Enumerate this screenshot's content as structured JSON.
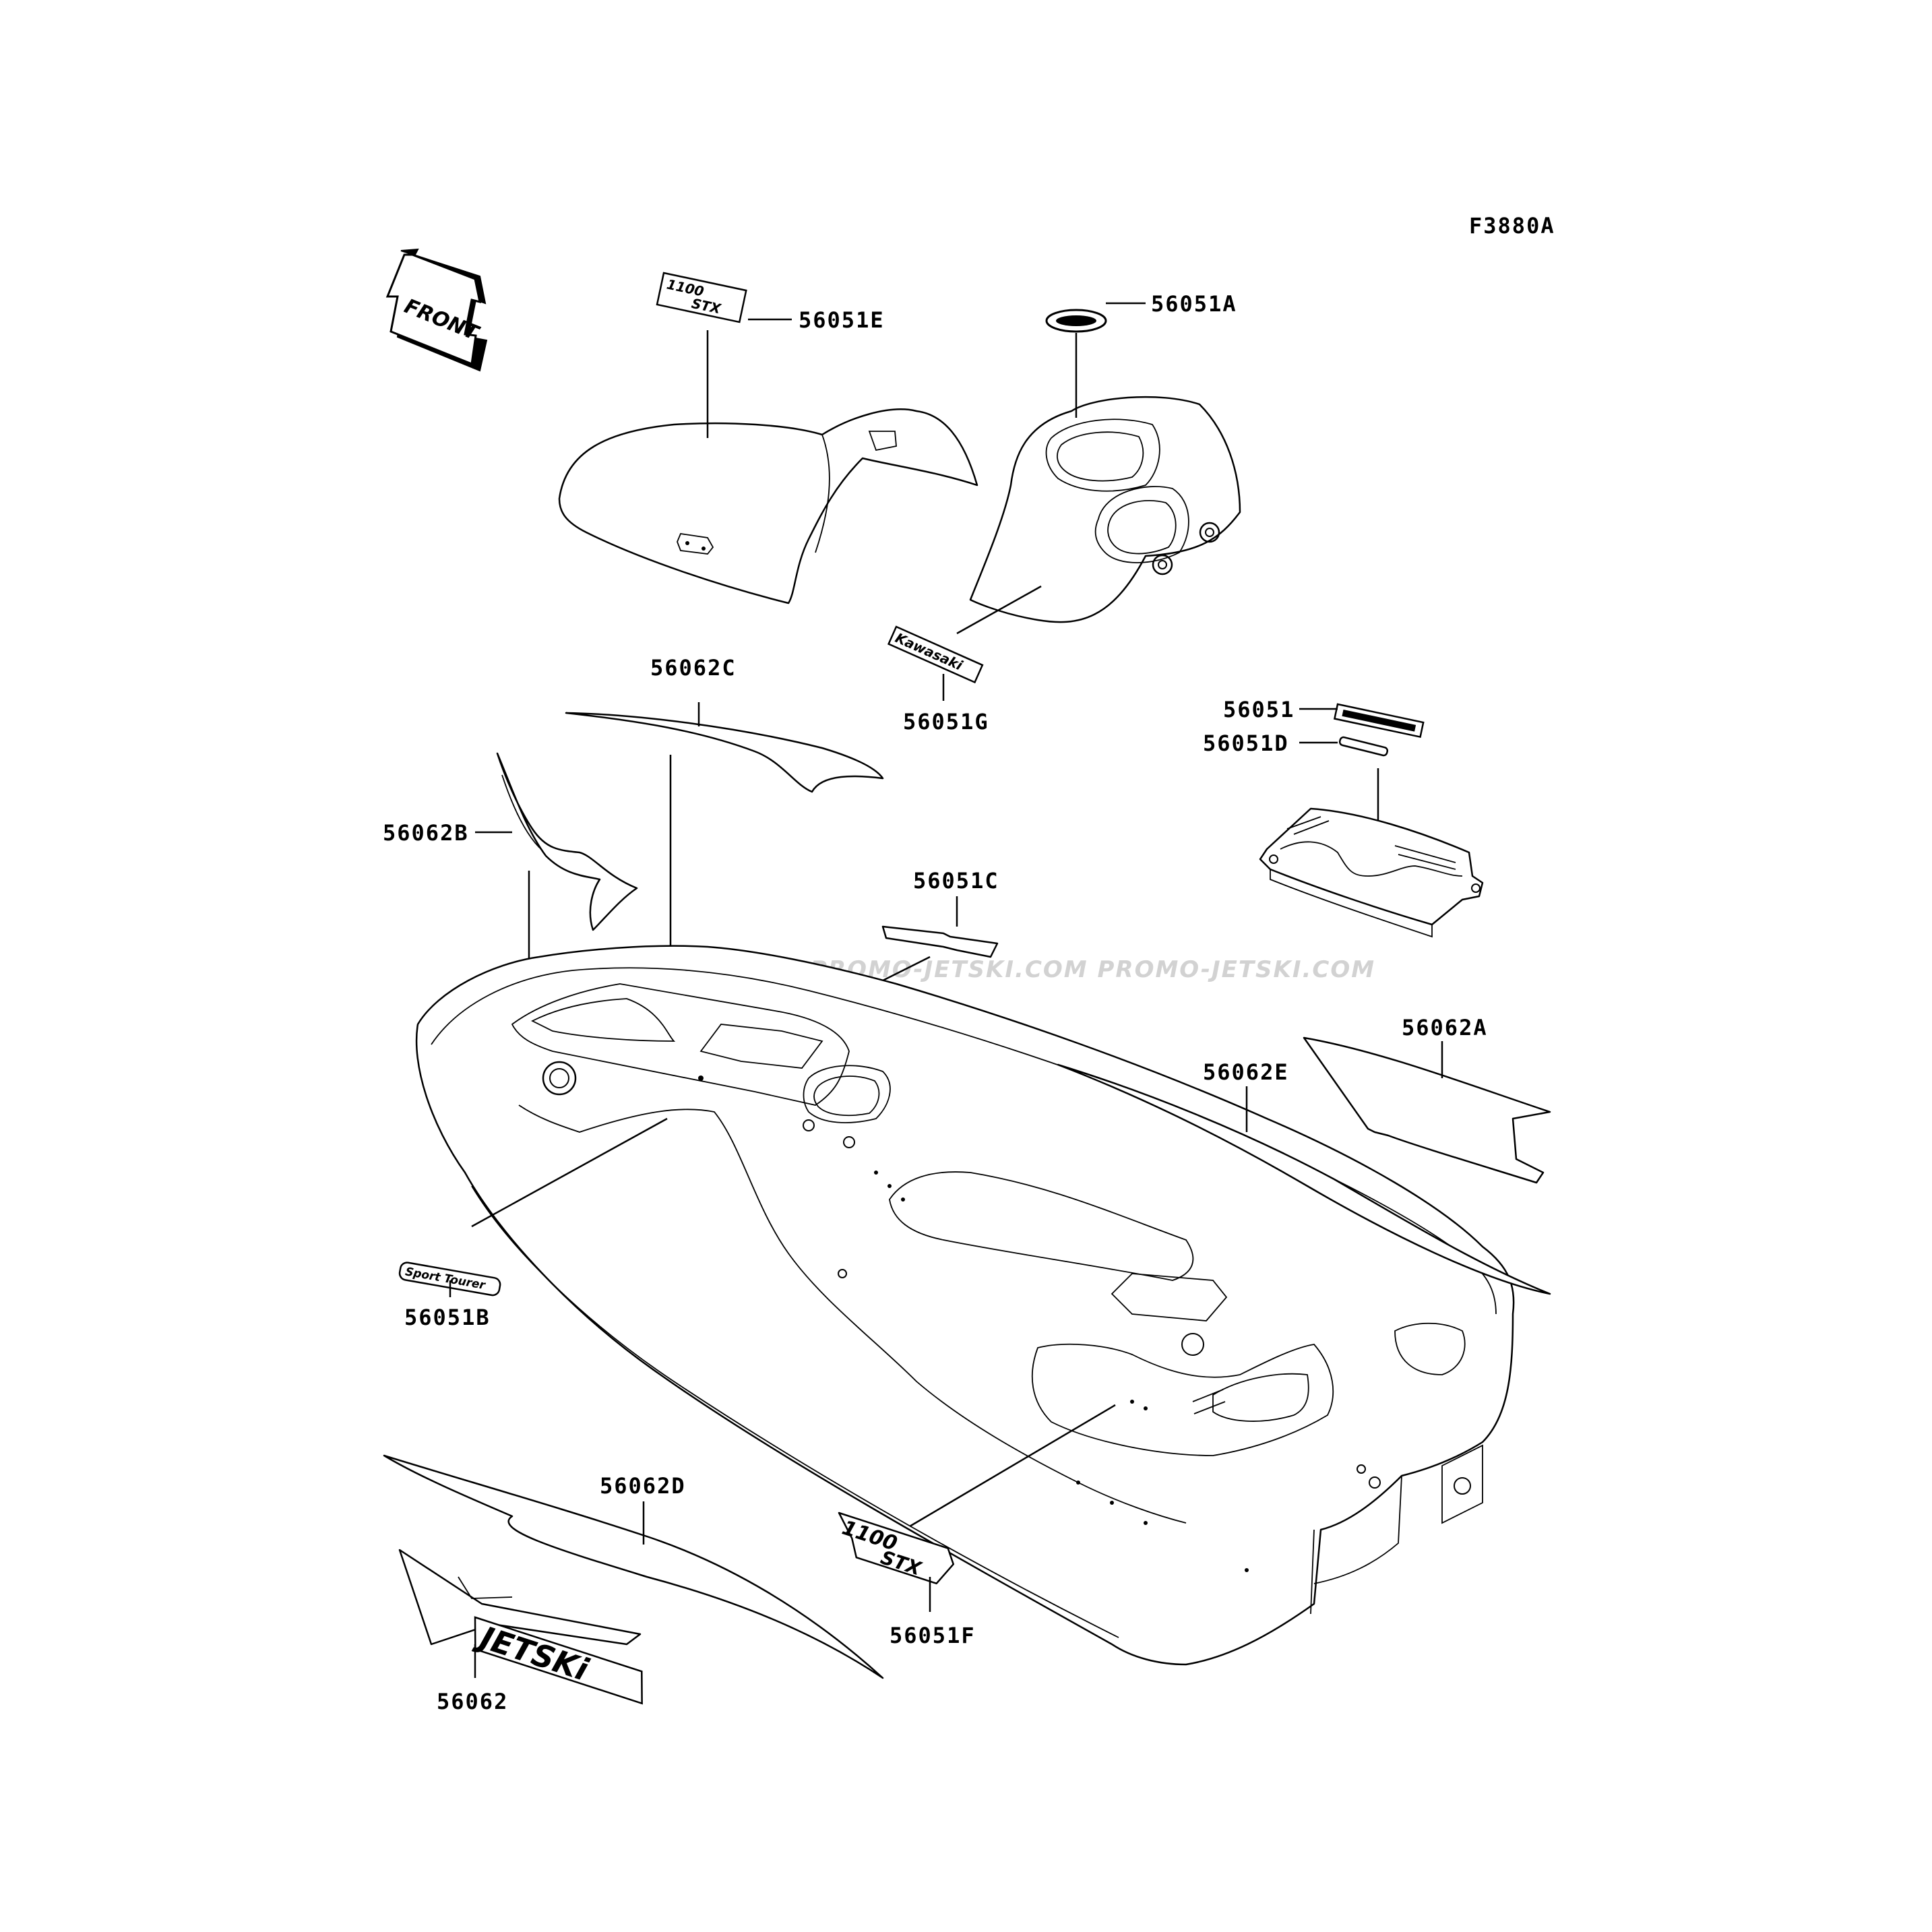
{
  "figure_code": "F3880A",
  "front_arrow": {
    "label": "FRONT"
  },
  "watermark": "JETSKI.COM  PROMO-JETSKI.COM  PROMO-JETSKI.COM",
  "colors": {
    "line": "#000000",
    "background": "#ffffff",
    "watermark": "#d2d2d2"
  },
  "parts": [
    {
      "id": "p_56051E",
      "number": "56051E"
    },
    {
      "id": "p_56051A",
      "number": "56051A"
    },
    {
      "id": "p_56051G",
      "number": "56051G"
    },
    {
      "id": "p_56062C",
      "number": "56062C"
    },
    {
      "id": "p_56051",
      "number": "56051"
    },
    {
      "id": "p_56051D",
      "number": "56051D"
    },
    {
      "id": "p_56062B",
      "number": "56062B"
    },
    {
      "id": "p_56051C",
      "number": "56051C"
    },
    {
      "id": "p_56062A",
      "number": "56062A"
    },
    {
      "id": "p_56062E",
      "number": "56062E"
    },
    {
      "id": "p_56051B",
      "number": "56051B"
    },
    {
      "id": "p_56062D",
      "number": "56062D"
    },
    {
      "id": "p_56051F",
      "number": "56051F"
    },
    {
      "id": "p_56062",
      "number": "56062"
    }
  ],
  "decal_text": {
    "kawasaki": "Kawasaki",
    "sport_tourer": "Sport Tourer",
    "jetski": "JETSKi",
    "model_top": "1100",
    "model_bottom": "STX"
  }
}
